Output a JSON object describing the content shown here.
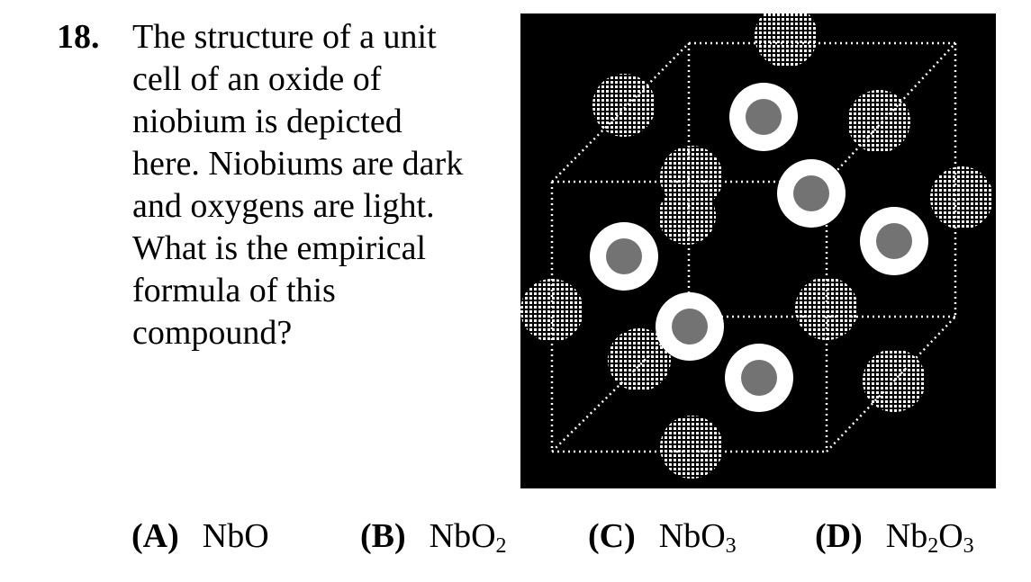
{
  "question": {
    "number": "18.",
    "lines": [
      "The structure of a unit",
      "cell of an oxide of",
      "niobium is depicted",
      "here.  Niobiums are dark",
      "and oxygens are light.",
      "What is the empirical",
      "formula of this",
      "compound?"
    ]
  },
  "choices": [
    {
      "letter": "(A)",
      "formula_parts": [
        "NbO"
      ],
      "subscripts": []
    },
    {
      "letter": "(B)",
      "formula_parts": [
        "NbO"
      ],
      "subscripts": [
        "2"
      ]
    },
    {
      "letter": "(C)",
      "formula_parts": [
        "NbO"
      ],
      "subscripts": [
        "3"
      ]
    },
    {
      "letter": "(D)",
      "formula_parts": [
        "Nb",
        "O"
      ],
      "subscripts": [
        "2",
        "3"
      ]
    }
  ],
  "colors": {
    "figure_background": "#000000",
    "atom_white": "#ffffff"
  }
}
